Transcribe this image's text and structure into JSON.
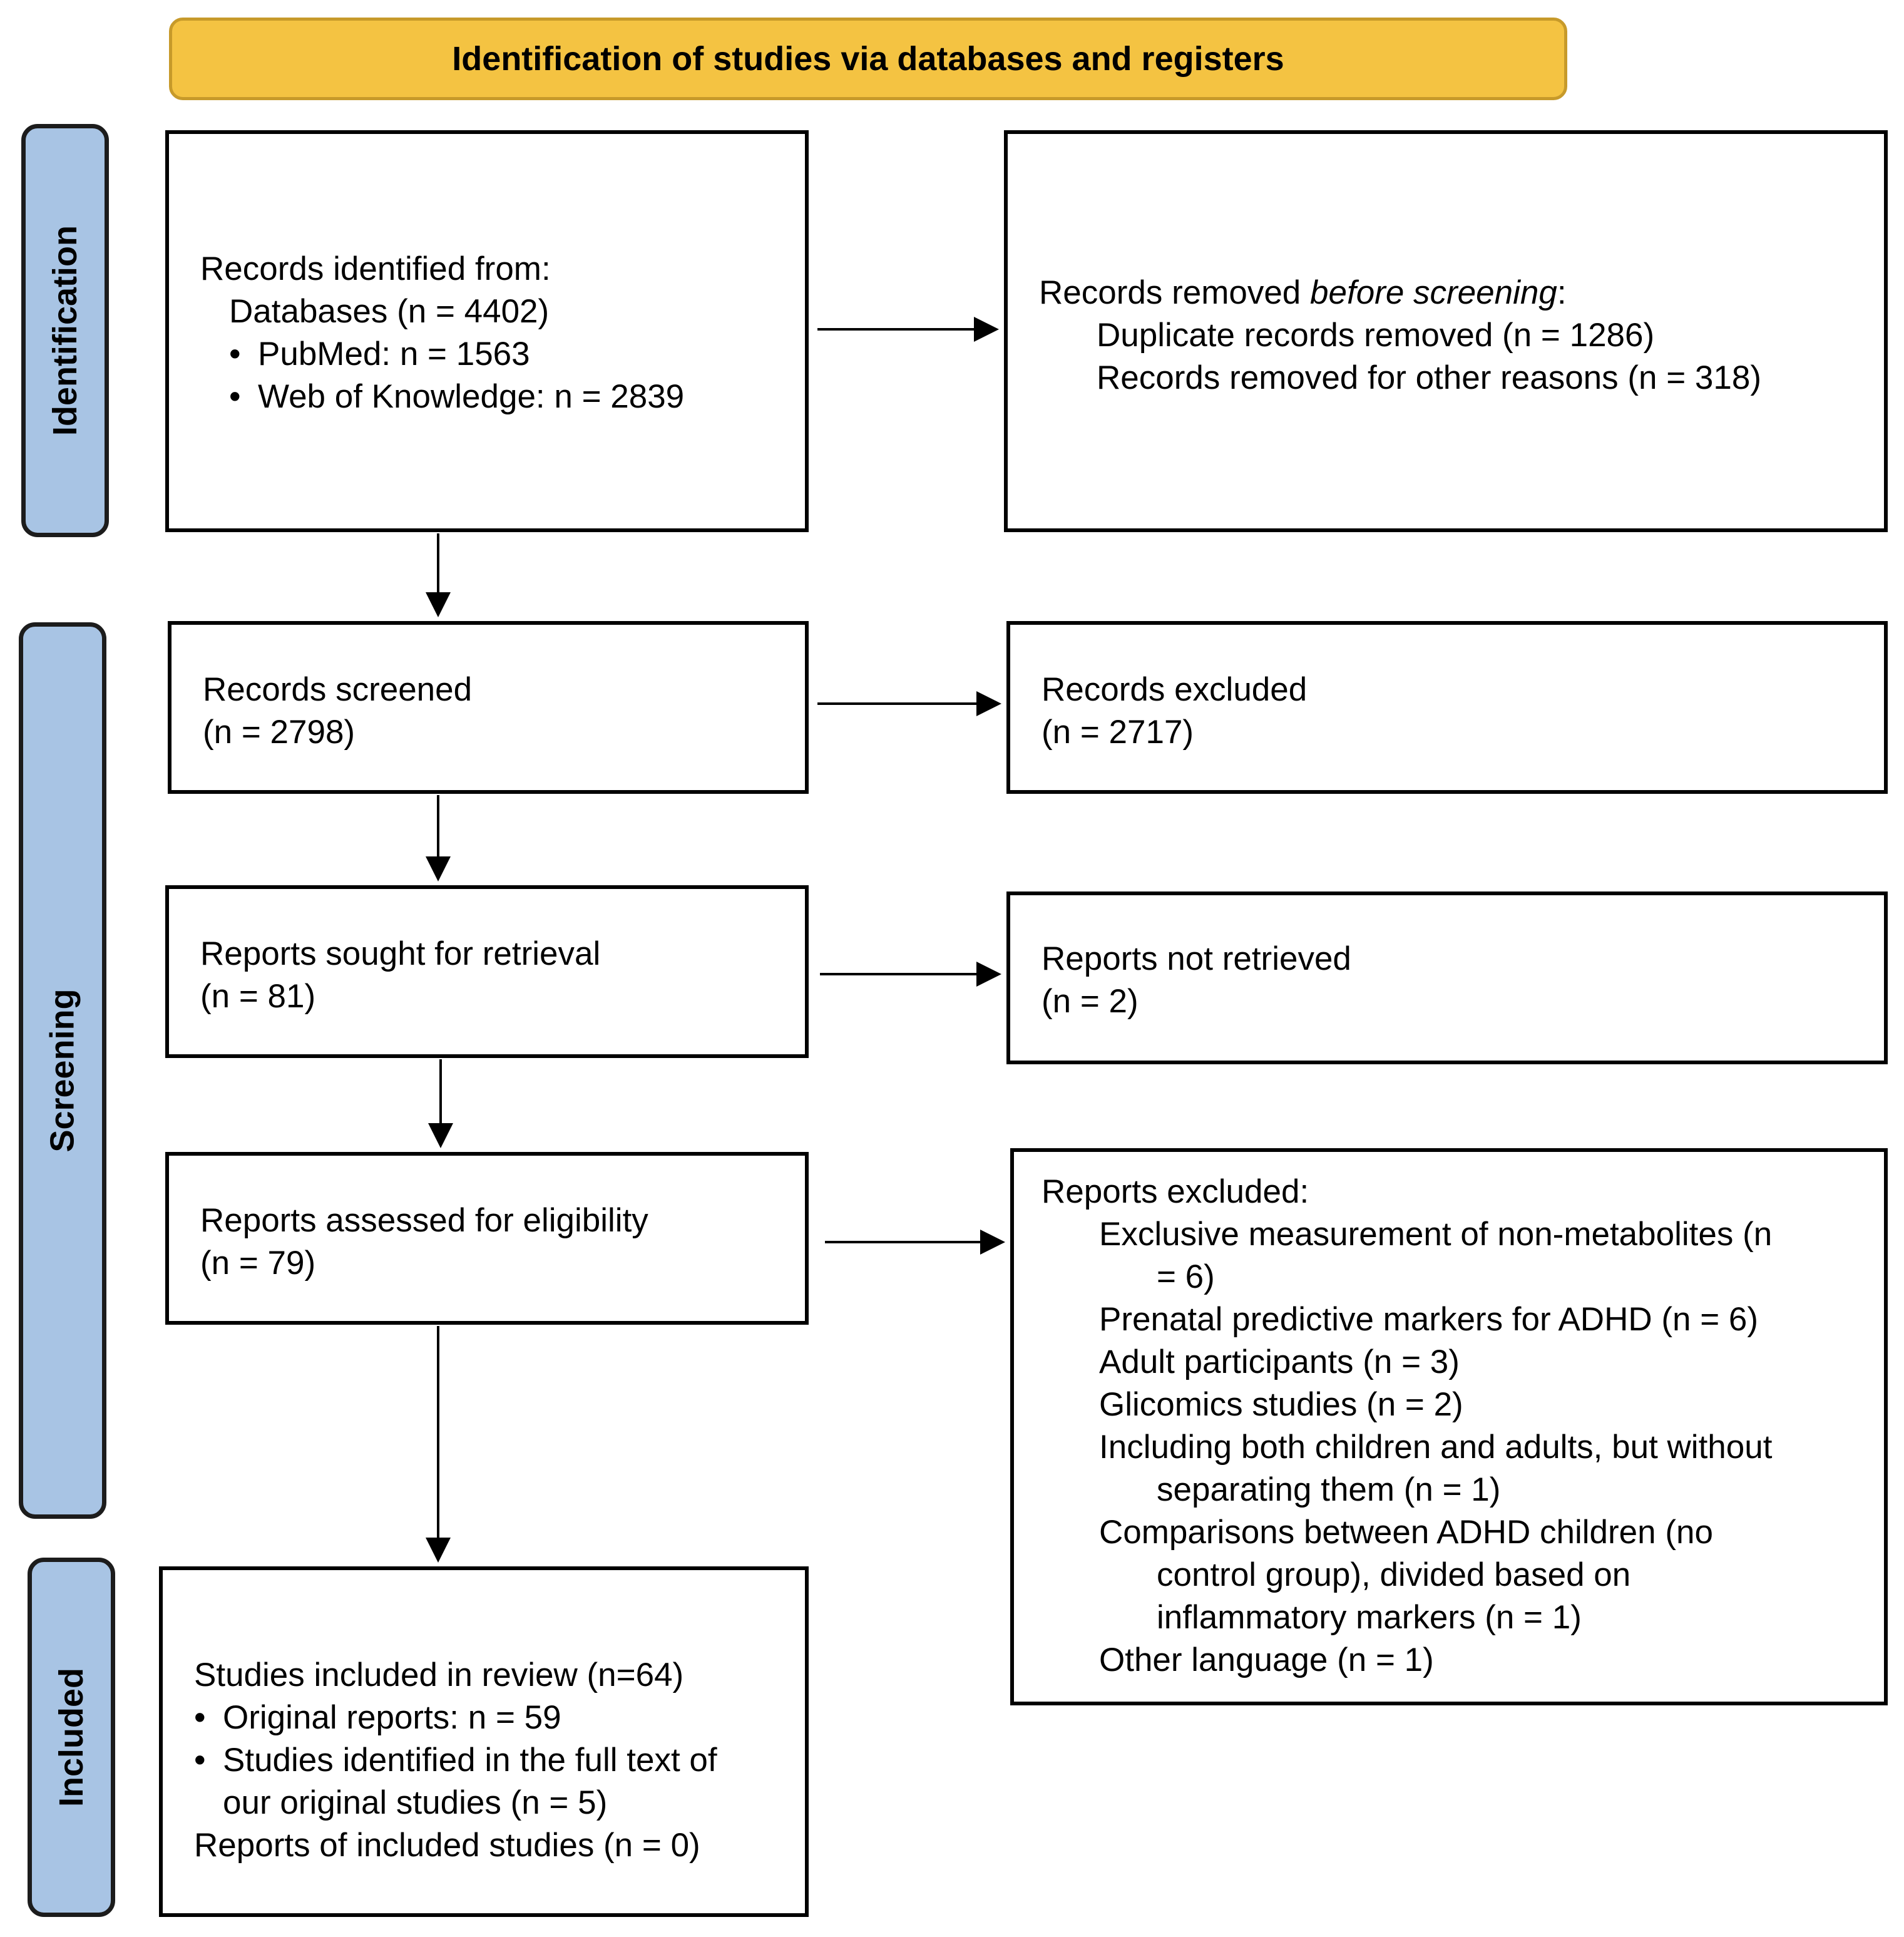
{
  "header": {
    "title": "Identification of studies via databases and registers"
  },
  "phases": {
    "identification": "Identification",
    "screening": "Screening",
    "included": "Included"
  },
  "identified": {
    "heading": "Records identified from:",
    "databases": "Databases (n = 4402)",
    "pubmed": "PubMed: n = 1563",
    "wok": "Web of Knowledge: n = 2839"
  },
  "removed": {
    "heading_pre": "Records removed ",
    "heading_em": "before screening",
    "heading_post": ":",
    "duplicates": "Duplicate records removed  (n = 1286)",
    "other": "Records removed for other reasons (n = 318)"
  },
  "screened": {
    "label": "Records screened",
    "count": "(n = 2798)"
  },
  "excluded": {
    "label": "Records excluded",
    "count": "(n = 2717)"
  },
  "sought": {
    "label": "Reports sought for retrieval",
    "count": "(n = 81)"
  },
  "not_retrieved": {
    "label": "Reports not retrieved",
    "count": "(n = 2)"
  },
  "assessed": {
    "label": "Reports assessed for eligibility",
    "count": "(n = 79)"
  },
  "reports_excluded": {
    "heading": "Reports excluded:",
    "r1a": "Exclusive measurement of non-metabolites (n",
    "r1b": "= 6)",
    "r2": "Prenatal predictive markers for ADHD (n = 6)",
    "r3": "Adult participants (n = 3)",
    "r4": "Glicomics studies (n = 2)",
    "r5a": "Including both children and adults, but without",
    "r5b": "separating them (n = 1)",
    "r6a": "Comparisons between ADHD children (no",
    "r6b": "control group), divided based on",
    "r6c": "inflammatory markers (n = 1)",
    "r7": "Other language (n = 1)"
  },
  "included": {
    "heading": "Studies included in review (n=64)",
    "original": "Original reports: n = 59",
    "fulltext_a": "Studies identified in the full text of",
    "fulltext_b": "our original studies (n = 5)",
    "reports": "Reports of included studies (n = 0)"
  }
}
